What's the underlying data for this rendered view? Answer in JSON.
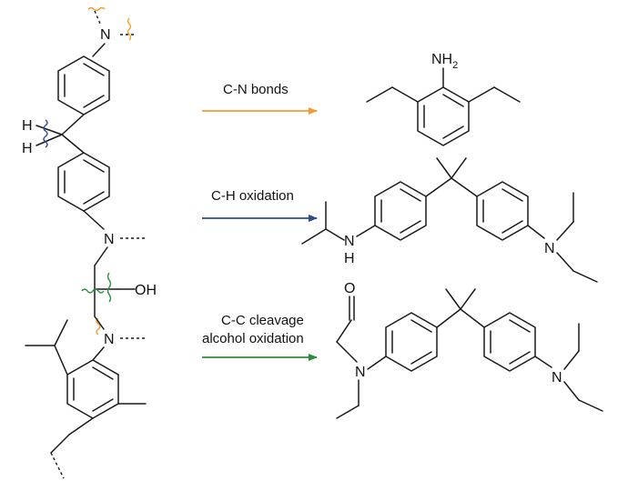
{
  "colors": {
    "cn_bonds": "#f39c32",
    "ch_oxidation": "#2f4a9a",
    "cc_cleavage": "#2e8b3e",
    "bond": "#1a1a1a"
  },
  "reactions": [
    {
      "label_lines": [
        "C-N bonds"
      ],
      "color": "#f39c32"
    },
    {
      "label_lines": [
        "C-H oxidation"
      ],
      "color": "#2f4a9a"
    },
    {
      "label_lines": [
        "C-C cleavage",
        "alcohol oxidation"
      ],
      "color": "#2e8b3e"
    }
  ],
  "atoms": {
    "N": "N",
    "H": "H",
    "OH": "OH",
    "O": "O",
    "NH": "N",
    "NH2": "NH",
    "sub2": "2"
  }
}
